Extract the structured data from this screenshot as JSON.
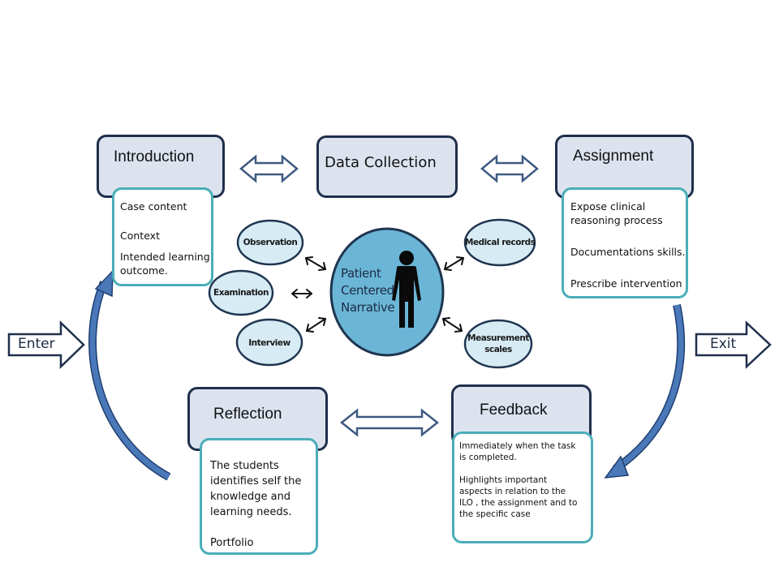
{
  "diagram": {
    "stages": {
      "introduction": {
        "title": "Introduction",
        "details": [
          "Case content",
          "",
          "Context",
          "Intended learning",
          "outcome."
        ]
      },
      "data_collection": {
        "title": "Data Collection"
      },
      "assignment": {
        "title": "Assignment",
        "details": [
          "Expose clinical",
          "reasoning process",
          "",
          "Documentations skills.",
          "",
          "Prescribe intervention"
        ]
      },
      "reflection": {
        "title": "Reflection",
        "details": [
          "The students",
          "identifies self the",
          "knowledge  and",
          "learning needs.",
          "",
          "Portfolio"
        ]
      },
      "feedback": {
        "title": "Feedback",
        "details": [
          "Immediately  when the task",
          "is completed.",
          "",
          "Highlights important",
          "aspects  in relation to the",
          "ILO , the assignment and to",
          "the specific case"
        ]
      }
    },
    "center": {
      "lines": [
        "Patient",
        "Centered",
        "Narrative"
      ],
      "icon": "person-icon"
    },
    "sources": {
      "observation": "Observation",
      "examination": "Examination",
      "interview": "Interview",
      "medical_records": "Medical records",
      "measurement_scales": [
        "Measurement",
        "scales"
      ]
    },
    "flow": {
      "enter": "Enter",
      "exit": "Exit"
    },
    "colors": {
      "stage_fill": "#dce3ef",
      "stage_border": "#1f2f4c",
      "detail_border": "#4aaeb8",
      "center_fill": "#6bb6d6",
      "oval_fill": "#d7ebf5",
      "cycle_arrow": "#4a78b8"
    }
  }
}
